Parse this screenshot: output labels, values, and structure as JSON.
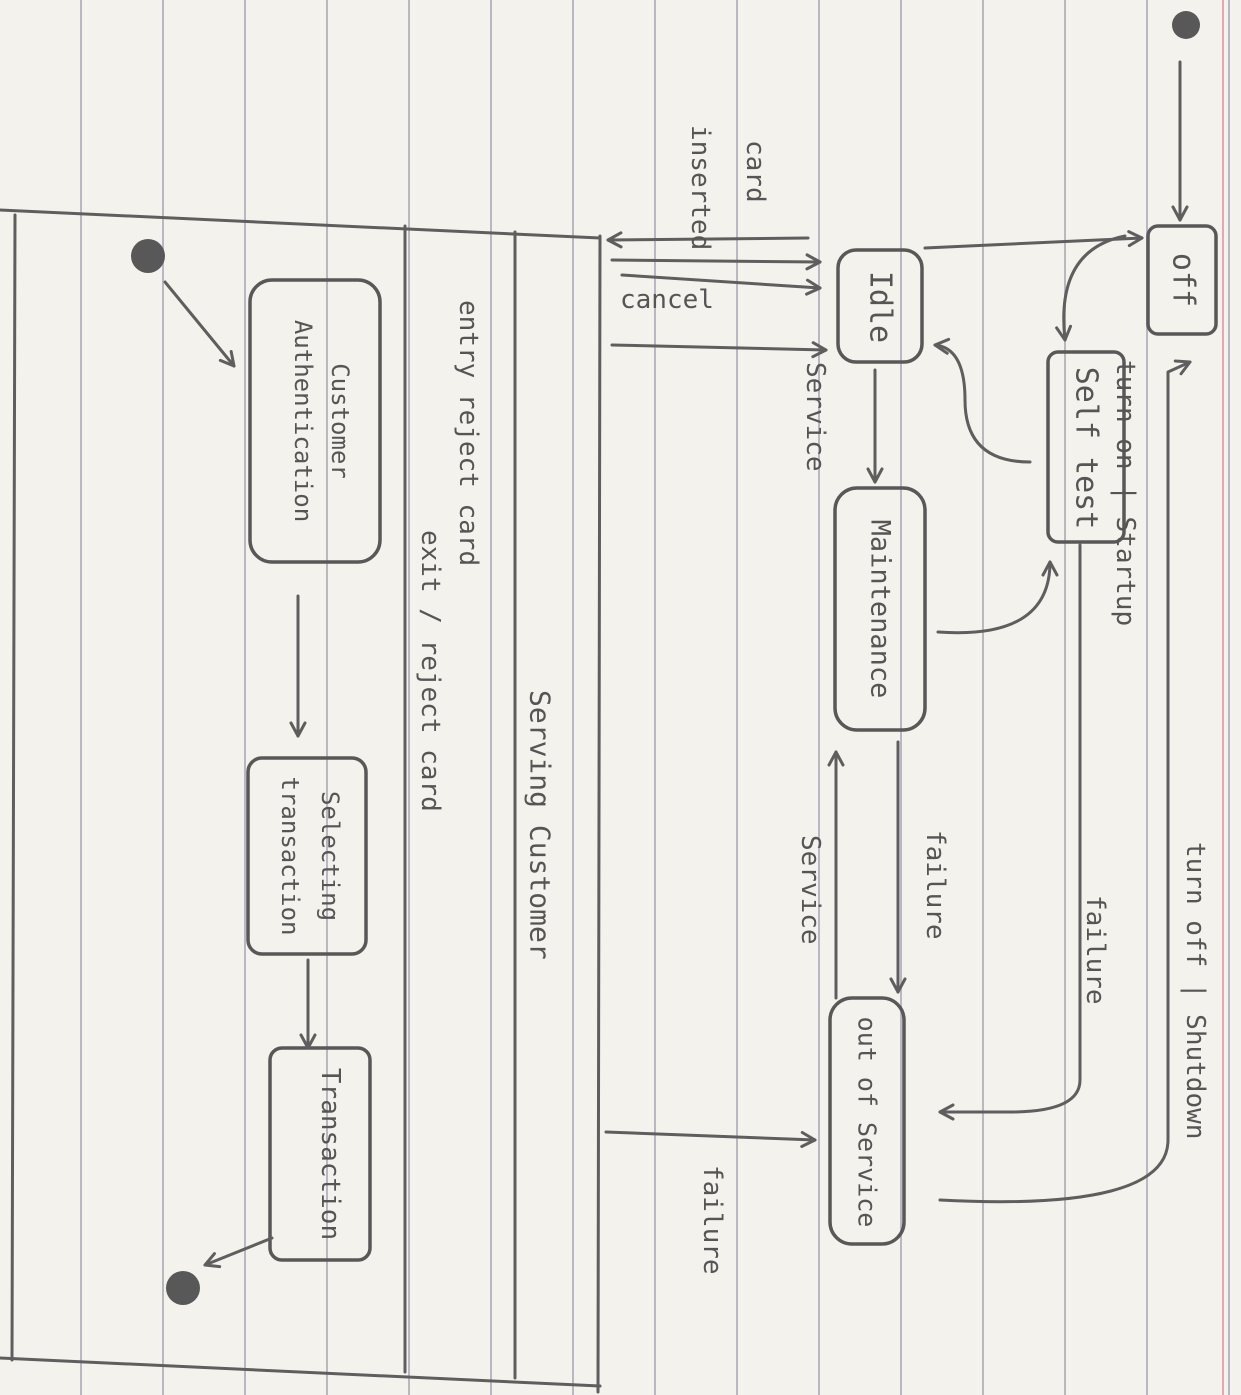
{
  "diagram": {
    "states": {
      "off": "off",
      "self_test": "Self test",
      "idle": "Idle",
      "maintenance": "Maintenance",
      "out_of_service": "out of Service",
      "customer_authentication_line1": "Customer",
      "customer_authentication_line2": "Authentication",
      "selecting_transaction_line1": "Selecting",
      "selecting_transaction_line2": "transaction",
      "transaction": "Transaction"
    },
    "composite": {
      "title": "Serving Customer",
      "entry_action": "entry reject card",
      "exit_action": "exit / reject card"
    },
    "transitions": {
      "turn_on_startup": "turn on | Startup",
      "turn_off_shutdown": "turn off | Shutdown",
      "card_inserted_line1": "card",
      "card_inserted_line2": "inserted",
      "cancel": "cancel",
      "service_idle": "Service",
      "failure_self_test": "failure",
      "failure_maintenance": "failure",
      "service_out": "Service",
      "failure_serving": "failure"
    },
    "ink_color": "#5e5e5e",
    "paper_color": "#f4f2ed",
    "rule_color": "#b8b8c2",
    "margin_color": "#e5a7b5"
  }
}
